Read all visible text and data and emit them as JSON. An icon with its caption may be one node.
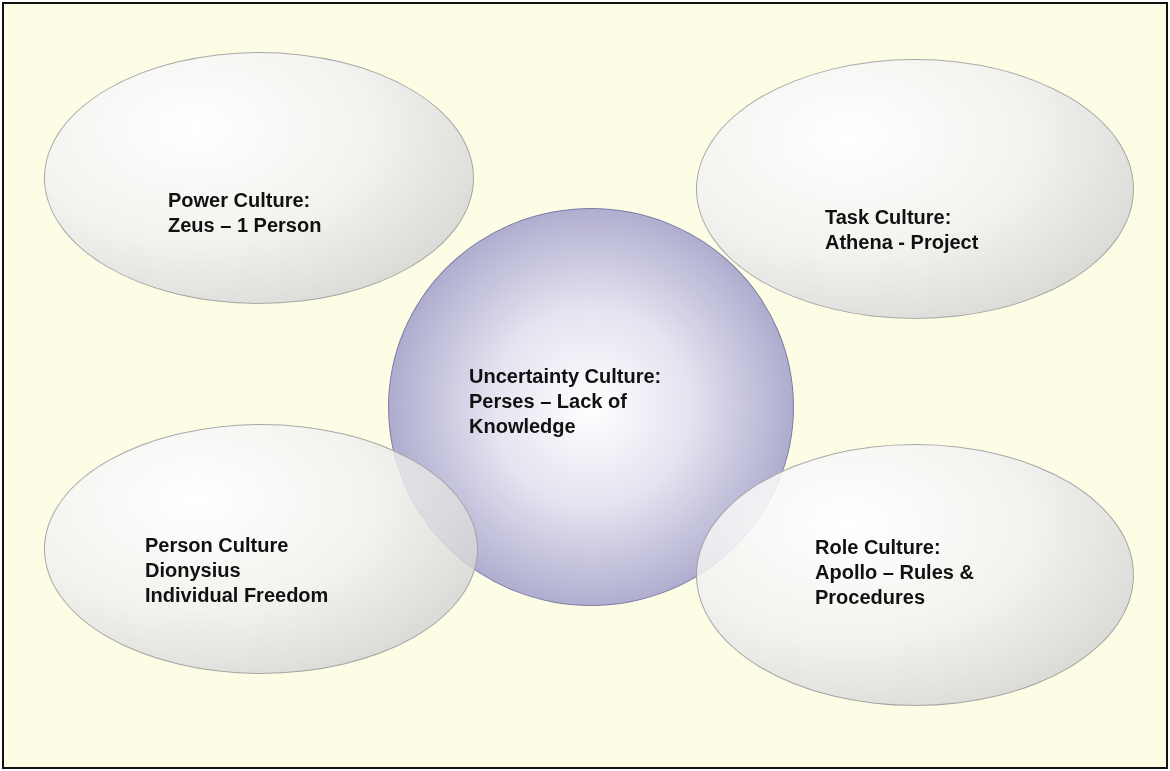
{
  "diagram": {
    "nodes": [
      {
        "text": [
          "Power Culture:",
          "Zeus – 1 Person"
        ]
      },
      {
        "text": [
          "Task Culture:",
          "Athena - Project"
        ]
      },
      {
        "text": [
          "Uncertainty Culture:",
          "Perses – Lack of Knowledge"
        ]
      },
      {
        "text": [
          "Person Culture",
          "Dionysius",
          "Individual Freedom"
        ]
      },
      {
        "text": [
          "Role Culture:",
          "Apollo – Rules & Procedures"
        ]
      }
    ]
  }
}
